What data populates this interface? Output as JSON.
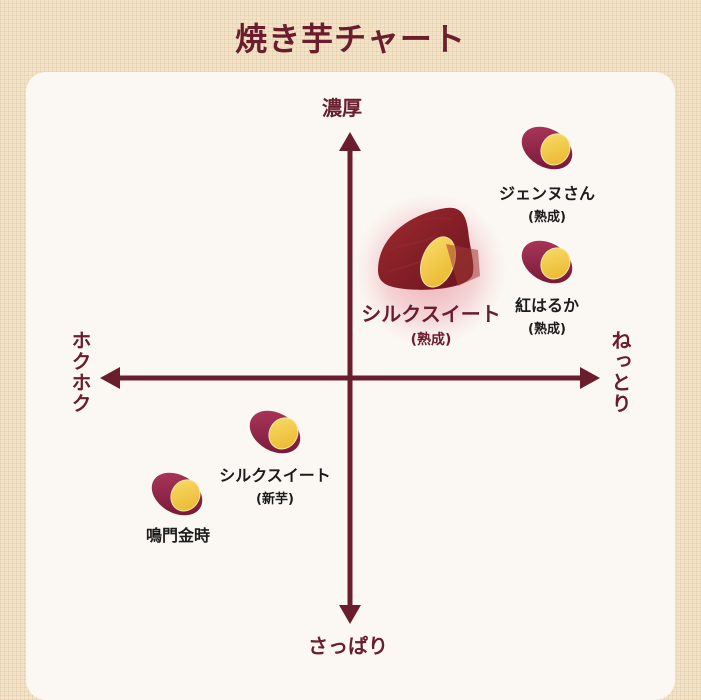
{
  "title": "焼き芋チャート",
  "axes": {
    "top": "濃厚",
    "bottom": "さっぱり",
    "left": "ホクホク",
    "right": "ねっとり"
  },
  "items": [
    {
      "name": "ジェンヌさん",
      "sub": "(熟成)"
    },
    {
      "name": "紅はるか",
      "sub": "(熟成)"
    },
    {
      "name": "シルクスイート",
      "sub": "(熟成)"
    },
    {
      "name": "シルクスイート",
      "sub": "(新芋)"
    },
    {
      "name": "鳴門金時",
      "sub": ""
    }
  ],
  "colors": {
    "title": "#6a1d2c",
    "axis": "#6a1d2c",
    "potato_skin": "#8e1f45",
    "potato_flesh": "#f3c640",
    "highlight": "#e06a7d"
  }
}
